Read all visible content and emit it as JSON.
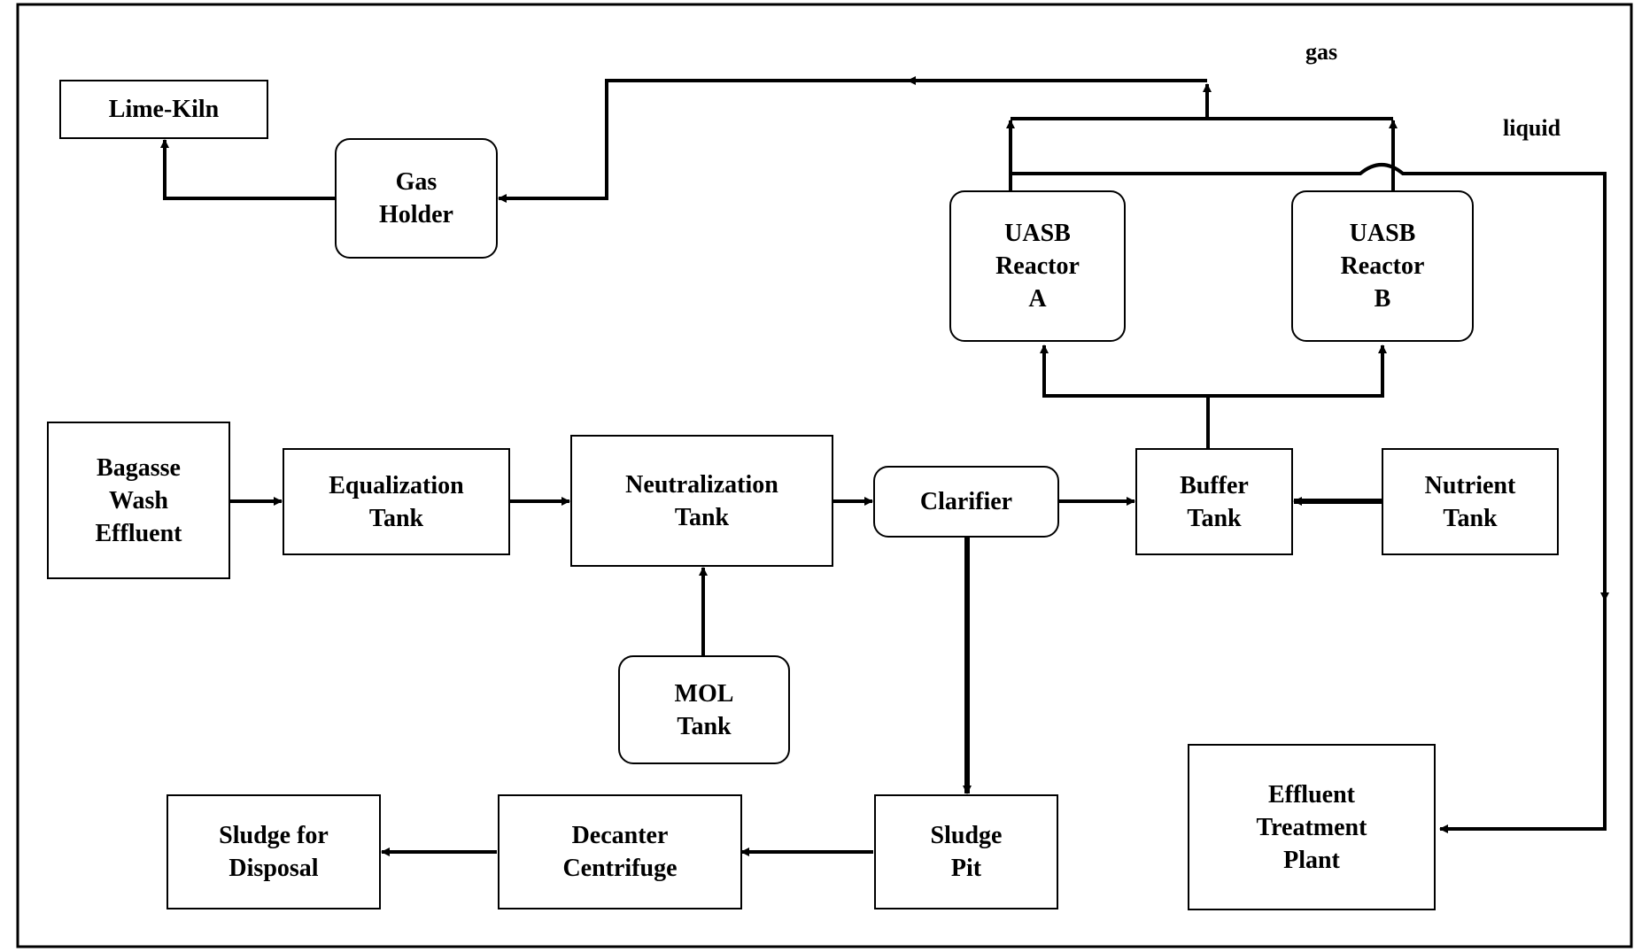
{
  "boxes": {
    "lime_kiln": "Lime-Kiln",
    "gas_holder": "Gas\nHolder",
    "uasb_a": "UASB\nReactor\nA",
    "uasb_b": "UASB\nReactor\nB",
    "bagasse": "Bagasse\nWash\nEffluent",
    "equalization": "Equalization\nTank",
    "neutralization": "Neutralization\nTank",
    "clarifier": "Clarifier",
    "buffer": "Buffer\nTank",
    "nutrient": "Nutrient\nTank",
    "mol": "MOL\nTank",
    "sludge_disposal": "Sludge for\nDisposal",
    "decanter": "Decanter\nCentrifuge",
    "sludge_pit": "Sludge\nPit",
    "etp": "Effluent\nTreatment\nPlant"
  },
  "labels": {
    "gas": "gas",
    "liquid": "liquid"
  }
}
